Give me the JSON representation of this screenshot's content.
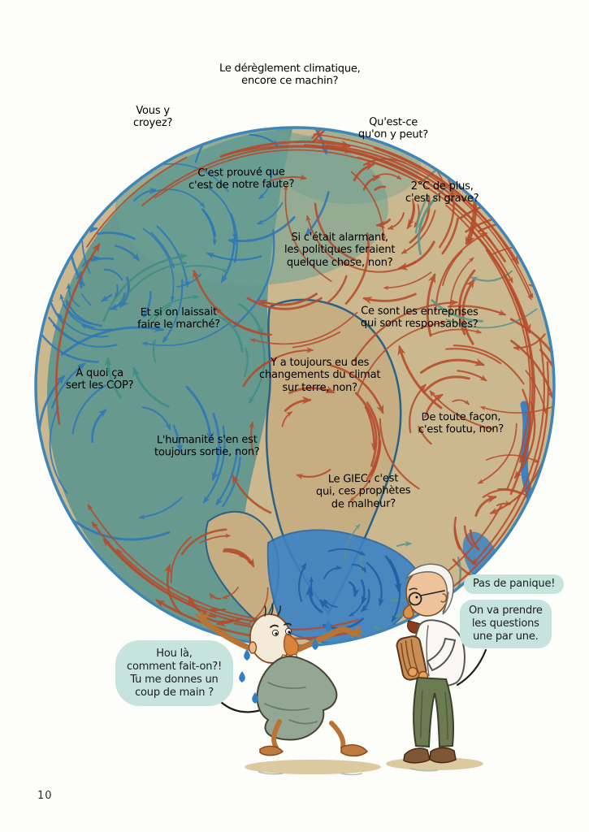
{
  "page": {
    "number": "10"
  },
  "question_boxes": [
    {
      "style": "cream",
      "text": "Le dérèglement climatique,\nencore ce machin?"
    },
    {
      "style": "blue",
      "text": "Vous y\ncroyez?"
    },
    {
      "style": "cream",
      "text": "Qu'est-ce\nqu'on y peut?"
    },
    {
      "style": "cream",
      "text": "C'est prouvé que\nc'est de notre faute?"
    },
    {
      "style": "blue",
      "text": "2°C de plus,\nc'est si grave?"
    },
    {
      "style": "blue",
      "text": "Si c'était alarmant,\nles politiques feraient\nquelque chose, non?"
    },
    {
      "style": "cream",
      "text": "Et si on laissait\nfaire le marché?"
    },
    {
      "style": "cream",
      "text": "Ce sont les entreprises\nqui sont responsables?"
    },
    {
      "style": "blue",
      "text": "Y a toujours eu des\nchangements du climat\nsur terre, non?"
    },
    {
      "style": "blue",
      "text": "À quoi ça\nsert les COP?"
    },
    {
      "style": "blue",
      "text": "De toute façon,\nc'est foutu, non?"
    },
    {
      "style": "cream",
      "text": "L'humanité s'en est\ntoujours sortie, non?"
    },
    {
      "style": "cream",
      "text": "Le GIEC, c'est\nqui, ces prophètes\nde malheur?"
    }
  ],
  "speech_bubbles": {
    "atlas": {
      "text": "Hou là,\ncomment fait-on?!\nTu me donnes un\ncoup de main ?"
    },
    "guide_intro": {
      "text": "Pas de panique!"
    },
    "guide_plan": {
      "text": "On va prendre\nles questions\nune par une."
    }
  },
  "colors": {
    "cream_box_bg": "#f9dfa5",
    "cream_box_border": "#c63b29",
    "cream_box_text": "#c53627",
    "blue_box_bg": "#cfe7e9",
    "blue_box_border": "#3a80b2",
    "blue_box_text": "#2b6da8",
    "bubble_bg": "#c6e3de",
    "bubble_text": "#1d1d1b",
    "globe_rim": "#3f86b8",
    "globe_land": "#cbb88e",
    "globe_ocean": "#5f968e",
    "flow_rust": "#b54b2b",
    "flow_blue": "#2e77b8",
    "flow_teal": "#3f8d86",
    "flow_teal_soft": "#57958c",
    "flow_deep_blue": "#1f5fa6"
  }
}
